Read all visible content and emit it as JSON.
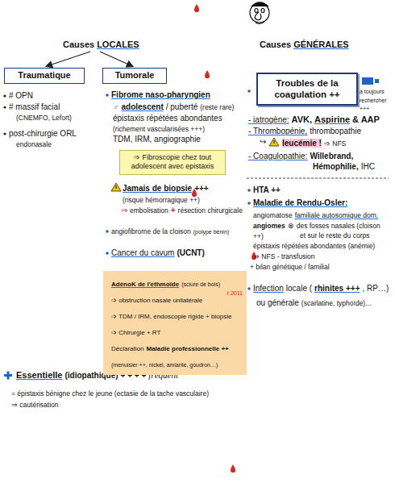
{
  "diagram": {
    "nodes": [
      {
        "text": [
          "Traumatique"
        ]
      },
      {
        "text": [
          "Tumorale"
        ]
      },
      {
        "text": [
          "➩ Fibroscopie chez tout adolescent avec epistaxis"
        ]
      },
      {
        "text": [
          "AdénoK de l'ethmoïde",
          "(sciure de bois)",
          "➩ obstruction nasale unilatérale",
          "ℓ 2011",
          "➩ TDM / IRM, endoscopie rigide + biopsie",
          "➩ Chirurgie + RT",
          "Déclaration",
          "Maladie professionnelle ++",
          "(menuisier ++, nickel, amiante, goudron…)"
        ]
      },
      {
        "text": [
          "Troubles de la coagulation ++"
        ]
      }
    ],
    "labels": [
      "Causes",
      "LOCALES",
      "Causes",
      "GÉNÉRALES",
      "# OPN",
      "# massif facial",
      "(CNEMFO, Lefort)",
      "post-chirurgie ORL",
      "endonasale",
      "Fibrome naso-pharyngien",
      "♂",
      "adolescent",
      "/ puberté",
      "(reste rare)",
      "épistaxis répétées abondantes",
      "(richement vascularisées +++)",
      "TDM, IRM, angiographie",
      "Jamais de biopsie",
      "+++",
      "(risque hémorragique ++)",
      "⇒",
      "embolisation",
      "+",
      "résection chirurgicale",
      "angiofibrome de la cloison",
      "(polype bénin)",
      "Cancer du cavum",
      "(UCNT)",
      "à toujours rechercher +++",
      "- iatrogène:",
      "AVK,",
      "Aspirine",
      "& AAP",
      "- Thrombopénie,",
      "thrombopathie",
      "↪",
      "leucémie !",
      "➩ NFS",
      "- Coagulopathie:",
      "Willebrand,",
      "Hémophilie,",
      "IHC",
      "HTA ++",
      "Maladie de Rendu-Osler:",
      "angiomatose",
      "familiale autosomique dom.",
      "angiomes",
      "⊗",
      "des fosses nasales (cloison ++)",
      "et sur le reste du corps",
      "épistaxis répétées abondantes (anémie)",
      "⇒ NFS - transfusion",
      "+ bilan génétique / familial",
      "Infection",
      "locale (",
      "rhinites +++",
      ", RP…)",
      "ou générale",
      "(scarlatine, typhoïde)...",
      "Essentielle",
      "(idiopathique)",
      "+ + + +",
      "fréquent",
      "= épistaxis bénigne chez le jeune (ectasie de la tache vasculaire)",
      "⇒ cautérisation"
    ]
  }
}
